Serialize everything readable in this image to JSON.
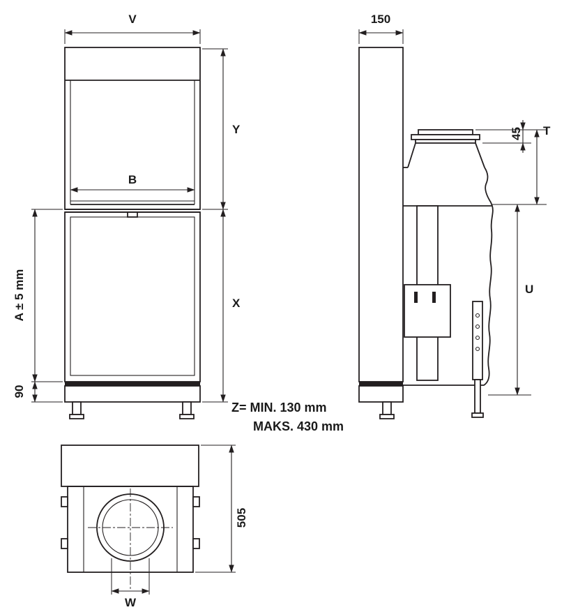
{
  "drawing": {
    "front": {
      "v": "V",
      "y": "Y",
      "b": "B",
      "x": "X",
      "a": "A ± 5 mm",
      "ninety": "90"
    },
    "side": {
      "width": "150",
      "fortyfive": "45",
      "t": "T",
      "u": "U"
    },
    "bottom": {
      "w": "W",
      "depth": "505"
    },
    "note_z_line1": "Z= MIN. 130 mm",
    "note_z_line2": "MAKS. 430 mm"
  },
  "colors": {
    "line": "#231f20",
    "text": "#1a1a1a",
    "background": "#ffffff"
  }
}
